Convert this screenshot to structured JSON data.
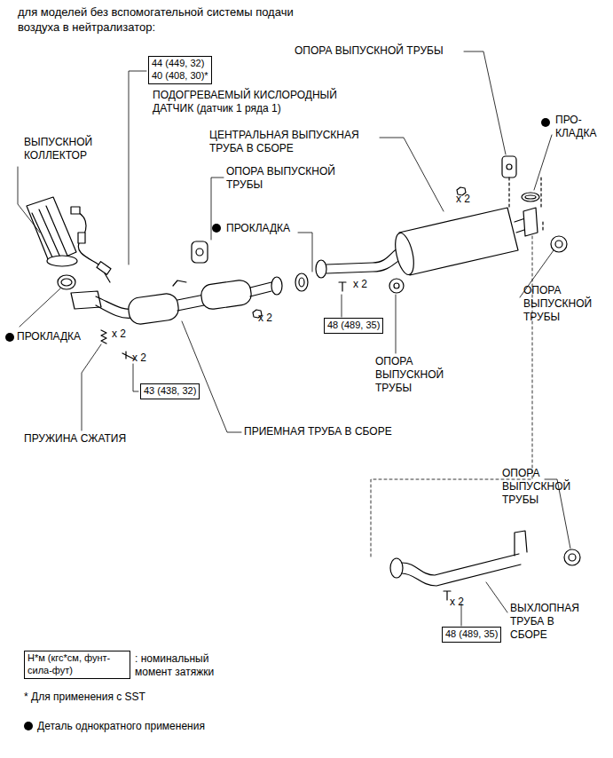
{
  "diagram": {
    "title": "для моделей без вспомогательной системы подачи воздуха в нейтрализатор:",
    "nodes": [
      {
        "text": [
          "44 (449, 32)",
          "40 (408, 30)*"
        ]
      },
      {
        "text": [
          "43 (438, 32)"
        ]
      },
      {
        "text": [
          "48 (489, 35)"
        ]
      },
      {
        "text": [
          "48 (489, 35)"
        ]
      },
      {
        "text": [
          "Н*м (кгс*см, фунт-сила-фут)"
        ]
      }
    ],
    "labels": [
      "ПОДОГРЕВАЕМЫЙ КИСЛОРОДНЫЙ ДАТЧИК (датчик 1 ряда 1)",
      "ВЫПУСКНОЙ КОЛЛЕКТОР",
      "ОПОРА ВЫПУСКНОЙ ТРУБЫ",
      "ПРО- КЛАДКА",
      "ЦЕНТРАЛЬНАЯ ВЫПУСКНАЯ ТРУБА В СБОРЕ",
      "ОПОРА ВЫПУСКНОЙ ТРУБЫ",
      "ПРОКЛАДКА",
      "x 2",
      "ОПОРА ВЫПУСКНОЙ ТРУБЫ",
      "ПРОКЛАДКА",
      "x 2",
      "x 2",
      "x 2",
      "x 2",
      "ОПОРА ВЫПУСКНОЙ ТРУБЫ",
      "ПРУЖИНА СЖАТИЯ",
      "ПРИЕМНАЯ ТРУБА В СБОРЕ",
      "ОПОРА ВЫПУСКНОЙ ТРУБЫ",
      "x 2",
      "ВЫХЛОПНАЯ ТРУБА В СБОРЕ",
      ": номинальный момент затяжки",
      "* Для применения с SST"
    ],
    "legend": [
      {
        "text": "Деталь однократного применения"
      }
    ]
  }
}
